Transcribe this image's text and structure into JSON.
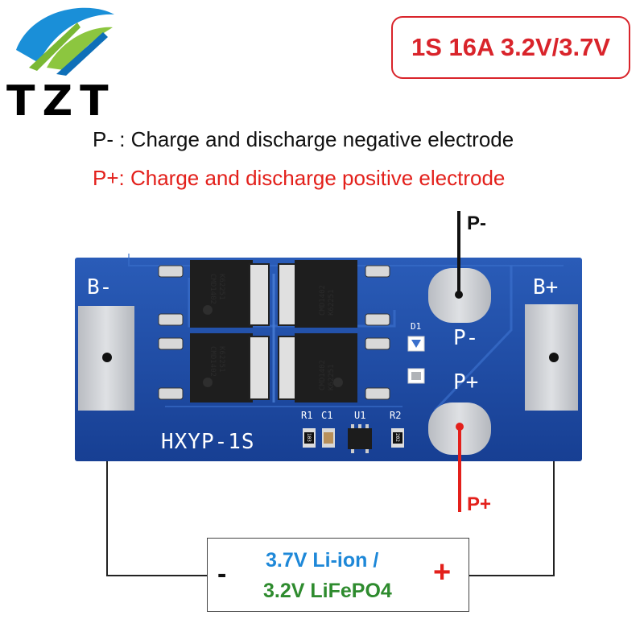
{
  "brand": {
    "name": "TZT",
    "colors": {
      "blue": "#1a8fd8",
      "green": "#8cc63f",
      "dark": "#000000"
    }
  },
  "spec_label": "1S 16A 3.2V/3.7V",
  "descriptions": {
    "negative": "P- : Charge and discharge negative electrode",
    "positive": "P+: Charge and discharge positive electrode"
  },
  "board": {
    "model": "HXYP-1S",
    "pads": {
      "b_minus": "B-",
      "b_plus": "B+",
      "p_minus": "P-",
      "p_plus": "P+"
    },
    "components": {
      "r1": "R1",
      "c1": "C1",
      "u1": "U1",
      "r2": "R2",
      "d1": "D1"
    },
    "mosfet_marking_line1": "CMD1402",
    "mosfet_marking_line2": "K62251",
    "resistor_r1_code": "103",
    "resistor_r2_code": "202",
    "colors": {
      "pcb": "#1f4fa8",
      "pad": "#c9cbcf"
    }
  },
  "wires": {
    "p_minus_label": "P-",
    "p_plus_label": "P+",
    "colors": {
      "negative": "#111111",
      "positive": "#e3201b"
    }
  },
  "battery": {
    "line1": "3.7V Li-ion /",
    "line2": "3.2V LiFePO4",
    "minus": "-",
    "plus": "+"
  }
}
